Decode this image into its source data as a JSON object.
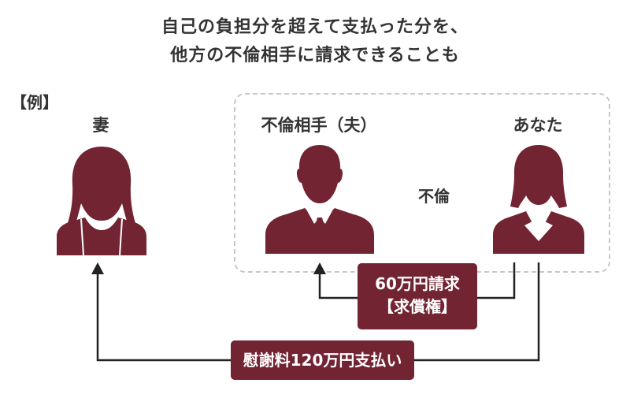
{
  "title": {
    "line1": "自己の負担分を超えて支払った分を、",
    "line2": "他方の不倫相手に請求できることも"
  },
  "example_label": "【例】",
  "persons": {
    "wife": "妻",
    "affair_partner": "不倫相手（夫）",
    "you": "あなた"
  },
  "affair_label": "不倫",
  "claim": {
    "line1": "60万円請求",
    "line2": "【求償権】"
  },
  "payment": "慰謝料120万円支払い",
  "colors": {
    "accent": "#722432",
    "text": "#333333",
    "dashed_border": "#c8c8c8"
  }
}
